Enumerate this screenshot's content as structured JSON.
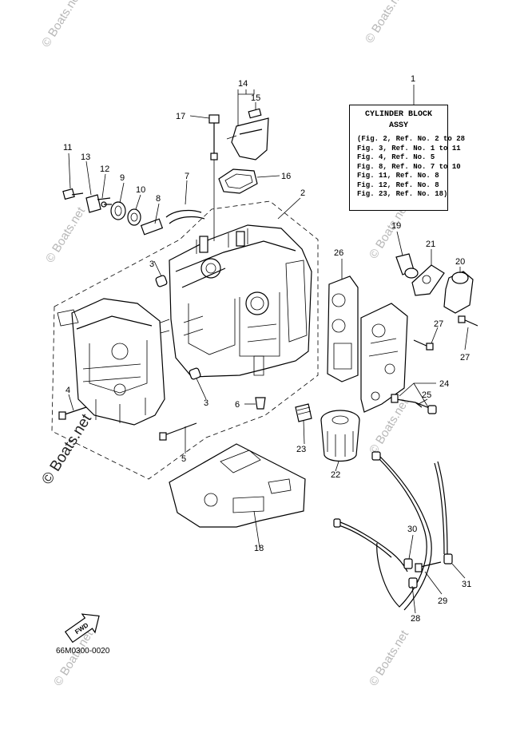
{
  "diagram": {
    "assy_box": {
      "title_line1": "CYLINDER BLOCK",
      "title_line2": "ASSY",
      "lines": [
        "(Fig. 2, Ref. No. 2 to 28",
        " Fig. 3, Ref. No. 1 to 11",
        " Fig. 4, Ref. No. 5",
        " Fig. 8, Ref. No. 7 to 10",
        " Fig. 11, Ref. No. 8",
        " Fig. 12, Ref. No. 8",
        " Fig. 23, Ref. No. 18)"
      ]
    },
    "callouts": [
      "1",
      "2",
      "3",
      "3",
      "4",
      "5",
      "6",
      "7",
      "8",
      "9",
      "10",
      "11",
      "12",
      "13",
      "14",
      "15",
      "16",
      "17",
      "18",
      "19",
      "20",
      "21",
      "22",
      "23",
      "24",
      "25",
      "26",
      "27",
      "27",
      "28",
      "29",
      "30",
      "31"
    ],
    "fwd_label": "FWD",
    "diagram_code": "66M0300-0020",
    "watermark": "© Boats.net"
  }
}
